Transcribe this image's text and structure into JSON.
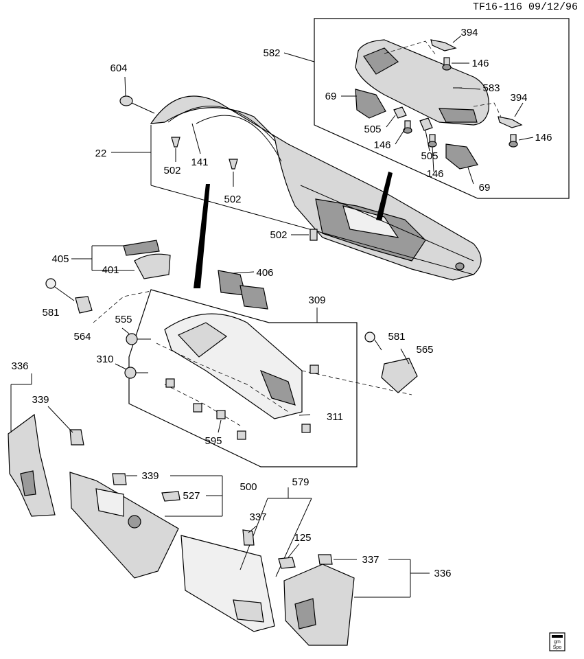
{
  "header": {
    "drawing_id": "TF16-116  09/12/96"
  },
  "callouts": [
    {
      "id": "604",
      "text": "604"
    },
    {
      "id": "582",
      "text": "582"
    },
    {
      "id": "394a",
      "text": "394"
    },
    {
      "id": "146a",
      "text": "146"
    },
    {
      "id": "583",
      "text": "583"
    },
    {
      "id": "69a",
      "text": "69"
    },
    {
      "id": "394b",
      "text": "394"
    },
    {
      "id": "505a",
      "text": "505"
    },
    {
      "id": "146b",
      "text": "146"
    },
    {
      "id": "146c",
      "text": "146"
    },
    {
      "id": "505b",
      "text": "505"
    },
    {
      "id": "146d",
      "text": "146"
    },
    {
      "id": "69b",
      "text": "69"
    },
    {
      "id": "22",
      "text": "22"
    },
    {
      "id": "141",
      "text": "141"
    },
    {
      "id": "502a",
      "text": "502"
    },
    {
      "id": "502b",
      "text": "502"
    },
    {
      "id": "502c",
      "text": "502"
    },
    {
      "id": "405",
      "text": "405"
    },
    {
      "id": "401",
      "text": "401"
    },
    {
      "id": "406",
      "text": "406"
    },
    {
      "id": "309",
      "text": "309"
    },
    {
      "id": "581a",
      "text": "581"
    },
    {
      "id": "564",
      "text": "564"
    },
    {
      "id": "555",
      "text": "555"
    },
    {
      "id": "581b",
      "text": "581"
    },
    {
      "id": "565",
      "text": "565"
    },
    {
      "id": "310",
      "text": "310"
    },
    {
      "id": "311",
      "text": "311"
    },
    {
      "id": "595",
      "text": "595"
    },
    {
      "id": "336a",
      "text": "336"
    },
    {
      "id": "339a",
      "text": "339"
    },
    {
      "id": "339b",
      "text": "339"
    },
    {
      "id": "500",
      "text": "500"
    },
    {
      "id": "527",
      "text": "527"
    },
    {
      "id": "579",
      "text": "579"
    },
    {
      "id": "337a",
      "text": "337"
    },
    {
      "id": "125",
      "text": "125"
    },
    {
      "id": "337b",
      "text": "337"
    },
    {
      "id": "336b",
      "text": "336"
    }
  ],
  "badge": {
    "line1": "gm",
    "line2": "Spo"
  }
}
